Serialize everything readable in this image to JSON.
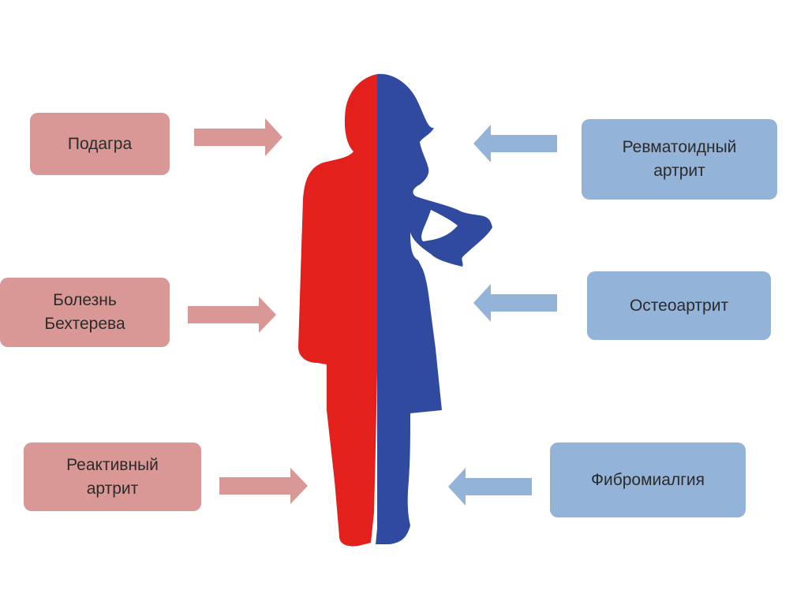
{
  "colors": {
    "male_box": "#d99795",
    "female_box": "#93b3d8",
    "male_arrow": "#d99795",
    "female_arrow": "#93b3d8",
    "male_silhouette": "#e3201b",
    "female_silhouette": "#2f4a9e"
  },
  "male_diseases": [
    {
      "label": "Подагра"
    },
    {
      "label": "Болезнь\nБехтерева"
    },
    {
      "label": "Реактивный\nартрит"
    }
  ],
  "female_diseases": [
    {
      "label": "Ревматоидный\nартрит"
    },
    {
      "label": "Остеоартрит"
    },
    {
      "label": "Фибромиалгия"
    }
  ]
}
